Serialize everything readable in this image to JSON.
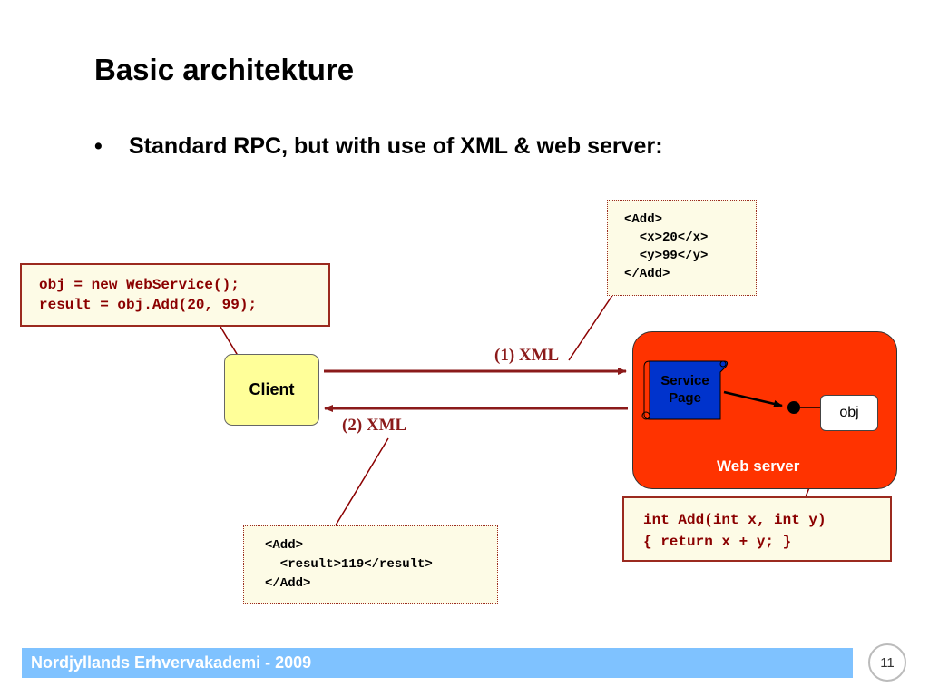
{
  "slide": {
    "title": "Basic architekture",
    "bullet": "Standard RPC, but with use of XML & web server:"
  },
  "diagram": {
    "client_code": "obj = new WebService();\nresult = obj.Add(20, 99);",
    "request_xml": "<Add>\n  <x>20</x>\n  <y>99</y>\n</Add>",
    "response_xml": "<Add>\n  <result>119</result>\n</Add>",
    "server_code": "int Add(int x, int y)\n{ return x + y; }",
    "client_label": "Client",
    "service_page_label": "Service\nPage",
    "obj_label": "obj",
    "web_server_label": "Web server",
    "arrow_request_label": "(1) XML",
    "arrow_response_label": "(2) XML"
  },
  "colors": {
    "arrow": "#8b1a1a",
    "web_server": "#ff3300",
    "client": "#ffff99",
    "service_page": "#0033cc",
    "footer": "#7fc2ff"
  },
  "footer": {
    "org": "Nordjyllands Erhvervakademi - 2009",
    "page_number": "11"
  }
}
